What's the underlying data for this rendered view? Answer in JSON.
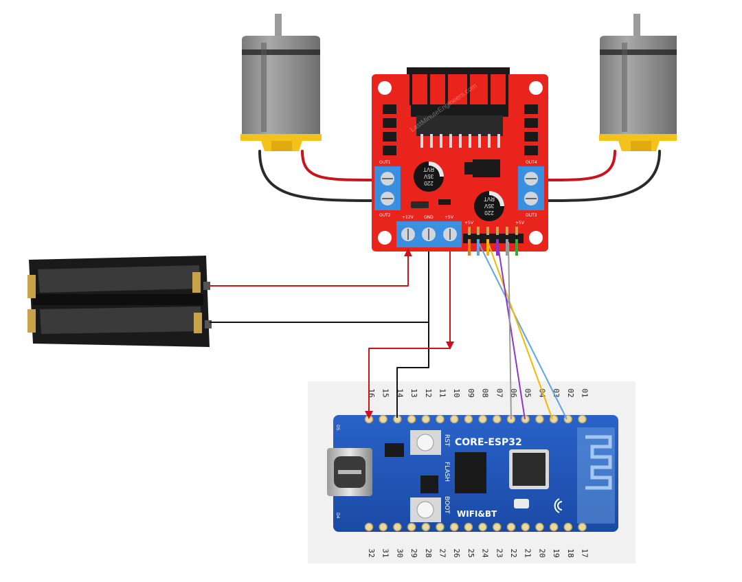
{
  "l298n": {
    "out1": "OUT1",
    "out2": "OUT2",
    "out3": "OUT3",
    "out4": "OUT4",
    "v12": "+12V",
    "gnd": "GND",
    "v5": "+5V",
    "cap_text_1": "220",
    "cap_text_2": "35V",
    "cap_text_3": "RVT",
    "pin_5v_left": "+5V",
    "pin_5v_right": "+5V",
    "watermark": "LastMinuteEngineers.com"
  },
  "esp32": {
    "name": "CORE-ESP32",
    "subtitle": "WIFI&BT",
    "rst": "RST",
    "flash": "FLASH",
    "boot": "BOOT",
    "d5": "D5",
    "d4": "D4",
    "top_pins": [
      "16",
      "15",
      "14",
      "13",
      "12",
      "11",
      "10",
      "09",
      "08",
      "07",
      "06",
      "05",
      "04",
      "03",
      "02",
      "01"
    ],
    "bottom_pins": [
      "32",
      "31",
      "30",
      "29",
      "28",
      "27",
      "26",
      "25",
      "24",
      "23",
      "22",
      "21",
      "20",
      "19",
      "18",
      "17"
    ]
  },
  "colors": {
    "driver_board": "#e8241c",
    "esp_board": "#1f56b8",
    "wire_red": "#c8141a",
    "wire_black": "#111111",
    "wire_blue": "#5ea3e6",
    "wire_yellow": "#f5b800",
    "wire_purple": "#8b36c8",
    "wire_gray": "#9a9a9a",
    "terminal_blue": "#3a8fe0",
    "motor_gray": "#8e8e8e",
    "motor_yellow": "#f3c21b"
  },
  "icons": [
    "dc-motor-left",
    "dc-motor-right",
    "l298n-driver",
    "battery-holder",
    "esp32-board",
    "usb-c-port",
    "antenna"
  ]
}
